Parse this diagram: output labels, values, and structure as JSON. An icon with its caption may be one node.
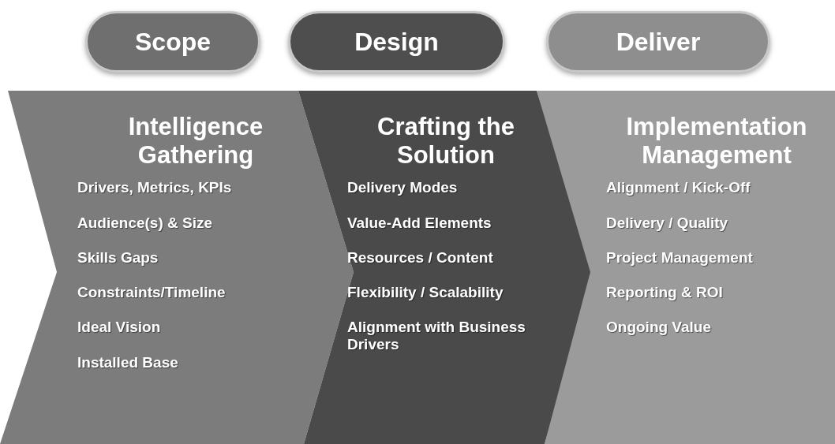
{
  "diagram": {
    "nodes": [
      {
        "text": [
          "Scope"
        ]
      },
      {
        "text": [
          "Design"
        ]
      },
      {
        "text": [
          "Deliver"
        ]
      },
      {
        "text": [
          "Intelligence Gathering",
          "Drivers, Metrics, KPIs",
          "Audience(s) & Size",
          "Skills Gaps",
          "Constraints/Timeline",
          "Ideal Vision",
          "Installed Base"
        ]
      },
      {
        "text": [
          "Crafting the Solution",
          "Delivery Modes",
          "Value-Add Elements",
          "Resources / Content",
          "Flexibility / Scalability",
          "Alignment with Business Drivers"
        ]
      },
      {
        "text": [
          "Implementation Management",
          "Alignment / Kick-Off",
          "Delivery / Quality",
          "Project Management",
          "Reporting & ROI",
          "Ongoing Value"
        ]
      }
    ]
  }
}
